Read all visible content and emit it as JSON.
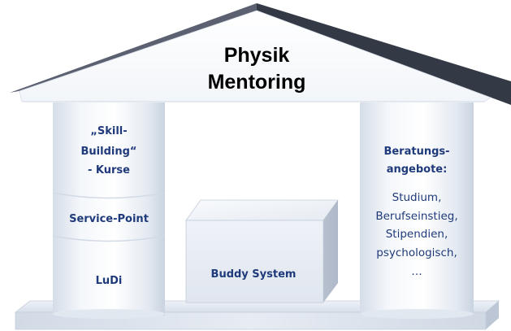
{
  "roof": {
    "title_line1": "Physik",
    "title_line2": "Mentoring"
  },
  "left_pillar": {
    "segments": [
      {
        "lines": [
          "„Skill-",
          "Building“",
          "- Kurse"
        ]
      },
      {
        "lines": [
          "Service-Point"
        ]
      },
      {
        "lines": [
          "LuDi"
        ]
      }
    ]
  },
  "center_box": {
    "label": "Buddy System"
  },
  "right_pillar": {
    "heading_lines": [
      "Beratungs-",
      "angebote:"
    ],
    "items": [
      "Studium,",
      "Berufseinstieg,",
      "Stipendien,",
      "psychologisch,",
      "…"
    ]
  },
  "colors": {
    "roof_dark": "#343a45",
    "roof_light": "#5a6070",
    "label_blue": "#1f3a7a"
  }
}
